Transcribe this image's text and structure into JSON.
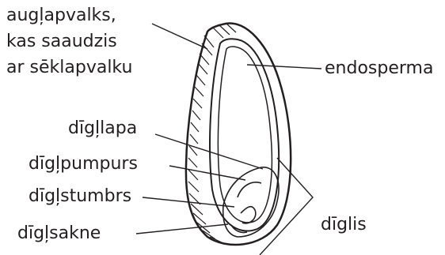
{
  "labels": {
    "pericarp_line1": "augļapvalks,",
    "pericarp_line2": "kas saaudzis",
    "pericarp_line3": "ar sēklapvalku",
    "endosperm": "endosperma",
    "cotyledon": "dīgļlapa",
    "plumule": "dīgļpumpurs",
    "hypocotyl": "dīgļstumbrs",
    "radicle": "dīgļsakne",
    "embryo": "dīglis"
  }
}
